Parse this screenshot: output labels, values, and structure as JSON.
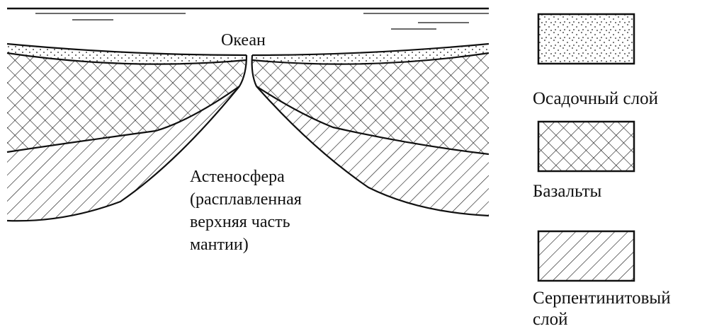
{
  "diagram": {
    "ocean_label": "Океан",
    "asthenosphere_label": {
      "line1": "Астеносфера",
      "line2": "(расплавленная",
      "line3": "верхняя часть",
      "line4": "мантии)"
    }
  },
  "legend": {
    "items": [
      {
        "label": "Осадочный слой",
        "pattern": "dots"
      },
      {
        "label": "Базальты",
        "pattern": "crosshatch"
      },
      {
        "label_line1": "Серпентинитовый",
        "label_line2": "слой",
        "pattern": "diagonal"
      }
    ]
  },
  "colors": {
    "ink": "#111111",
    "background": "#ffffff"
  }
}
